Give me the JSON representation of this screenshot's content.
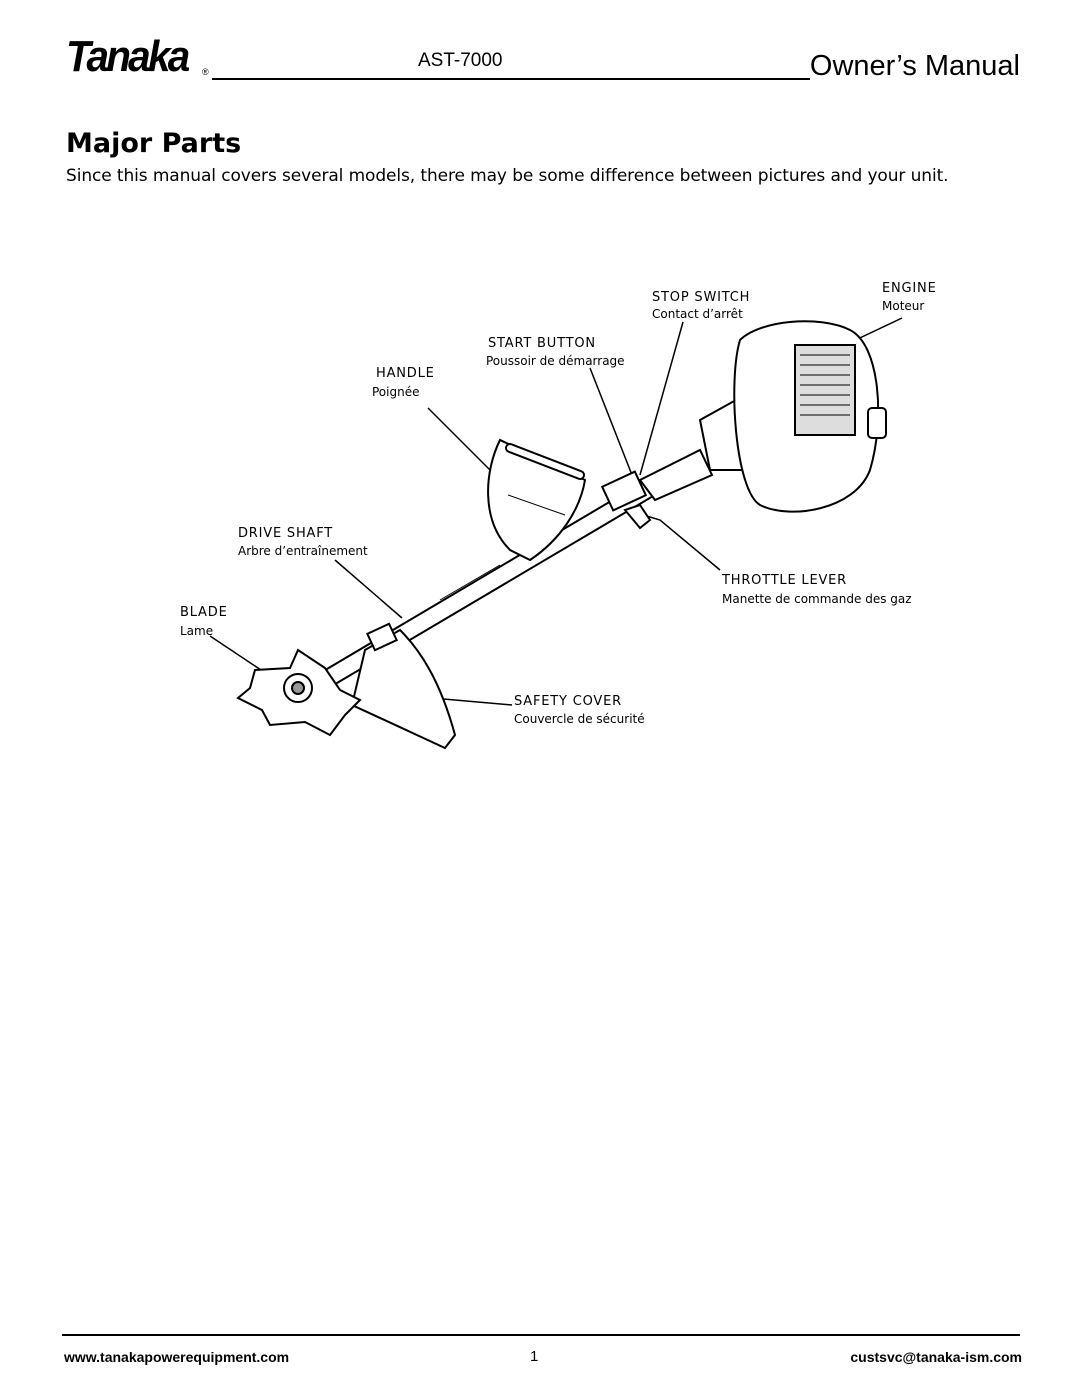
{
  "header": {
    "logo_text": "Tanaka",
    "logo_mark": "®",
    "model": "AST-7000",
    "manual_title": "Owner’s Manual"
  },
  "section": {
    "title": "Major Parts",
    "intro": "Since this manual covers several models, there may be some difference between pictures and your unit."
  },
  "parts": {
    "stop_switch": {
      "en": "STOP SWITCH",
      "fr": "Contact d’arrêt"
    },
    "engine": {
      "en": "ENGINE",
      "fr": "Moteur"
    },
    "start_button": {
      "en": "START BUTTON",
      "fr": "Poussoir de démarrage"
    },
    "handle": {
      "en": "HANDLE",
      "fr": "Poignée"
    },
    "drive_shaft": {
      "en": "DRIVE SHAFT",
      "fr": "Arbre d’entraînement"
    },
    "throttle_lever": {
      "en": "THROTTLE LEVER",
      "fr": "Manette de commande des gaz"
    },
    "blade": {
      "en": "BLADE",
      "fr": "Lame"
    },
    "safety_cover": {
      "en": "SAFETY COVER",
      "fr": "Couvercle de sécurité"
    }
  },
  "footer": {
    "website": "www.tanakapowerequipment.com",
    "page_number": "1",
    "email": "custsvc@tanaka-ism.com"
  }
}
